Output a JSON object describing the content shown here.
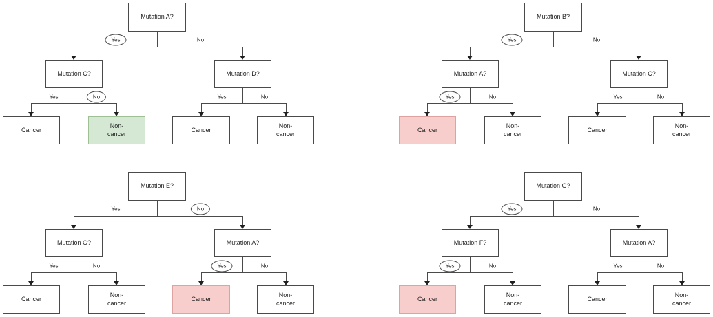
{
  "figure": {
    "type": "decision-trees",
    "tree_count": 4,
    "colors": {
      "box_border": "#4a4a4a",
      "box_fill": "#ffffff",
      "highlight_green_fill": "#d5e8d4",
      "highlight_green_border": "#9fbf94",
      "highlight_red_fill": "#f8cecc",
      "highlight_red_border": "#dda3a0",
      "text": "#1f1f1f"
    }
  },
  "trees": [
    {
      "root": "Mutation A?",
      "root_yes": {
        "label": "Yes",
        "circled": true
      },
      "root_no": {
        "label": "No",
        "circled": false
      },
      "left_child": "Mutation C?",
      "left_yes": {
        "label": "Yes",
        "circled": false
      },
      "left_no": {
        "label": "No",
        "circled": true
      },
      "right_child": "Mutation D?",
      "right_yes": {
        "label": "Yes",
        "circled": false
      },
      "right_no": {
        "label": "No",
        "circled": false
      },
      "leaves": [
        {
          "label": "Cancer",
          "highlight": "none"
        },
        {
          "label": "Non-cancer",
          "highlight": "green"
        },
        {
          "label": "Cancer",
          "highlight": "none"
        },
        {
          "label": "Non-cancer",
          "highlight": "none"
        }
      ]
    },
    {
      "root": "Mutation B?",
      "root_yes": {
        "label": "Yes",
        "circled": true
      },
      "root_no": {
        "label": "No",
        "circled": false
      },
      "left_child": "Mutation A?",
      "left_yes": {
        "label": "Yes",
        "circled": true
      },
      "left_no": {
        "label": "No",
        "circled": false
      },
      "right_child": "Mutation C?",
      "right_yes": {
        "label": "Yes",
        "circled": false
      },
      "right_no": {
        "label": "No",
        "circled": false
      },
      "leaves": [
        {
          "label": "Cancer",
          "highlight": "red"
        },
        {
          "label": "Non-cancer",
          "highlight": "none"
        },
        {
          "label": "Cancer",
          "highlight": "none"
        },
        {
          "label": "Non-cancer",
          "highlight": "none"
        }
      ]
    },
    {
      "root": "Mutation E?",
      "root_yes": {
        "label": "Yes",
        "circled": false
      },
      "root_no": {
        "label": "No",
        "circled": true
      },
      "left_child": "Mutation G?",
      "left_yes": {
        "label": "Yes",
        "circled": false
      },
      "left_no": {
        "label": "No",
        "circled": false
      },
      "right_child": "Mutation A?",
      "right_yes": {
        "label": "Yes",
        "circled": true
      },
      "right_no": {
        "label": "No",
        "circled": false
      },
      "leaves": [
        {
          "label": "Cancer",
          "highlight": "none"
        },
        {
          "label": "Non-cancer",
          "highlight": "none"
        },
        {
          "label": "Cancer",
          "highlight": "red"
        },
        {
          "label": "Non-cancer",
          "highlight": "none"
        }
      ]
    },
    {
      "root": "Mutation G?",
      "root_yes": {
        "label": "Yes",
        "circled": true
      },
      "root_no": {
        "label": "No",
        "circled": false
      },
      "left_child": "Mutation F?",
      "left_yes": {
        "label": "Yes",
        "circled": true
      },
      "left_no": {
        "label": "No",
        "circled": false
      },
      "right_child": "Mutation A?",
      "right_yes": {
        "label": "Yes",
        "circled": false
      },
      "right_no": {
        "label": "No",
        "circled": false
      },
      "leaves": [
        {
          "label": "Cancer",
          "highlight": "red"
        },
        {
          "label": "Non-cancer",
          "highlight": "none"
        },
        {
          "label": "Cancer",
          "highlight": "none"
        },
        {
          "label": "Non-cancer",
          "highlight": "none"
        }
      ]
    }
  ]
}
